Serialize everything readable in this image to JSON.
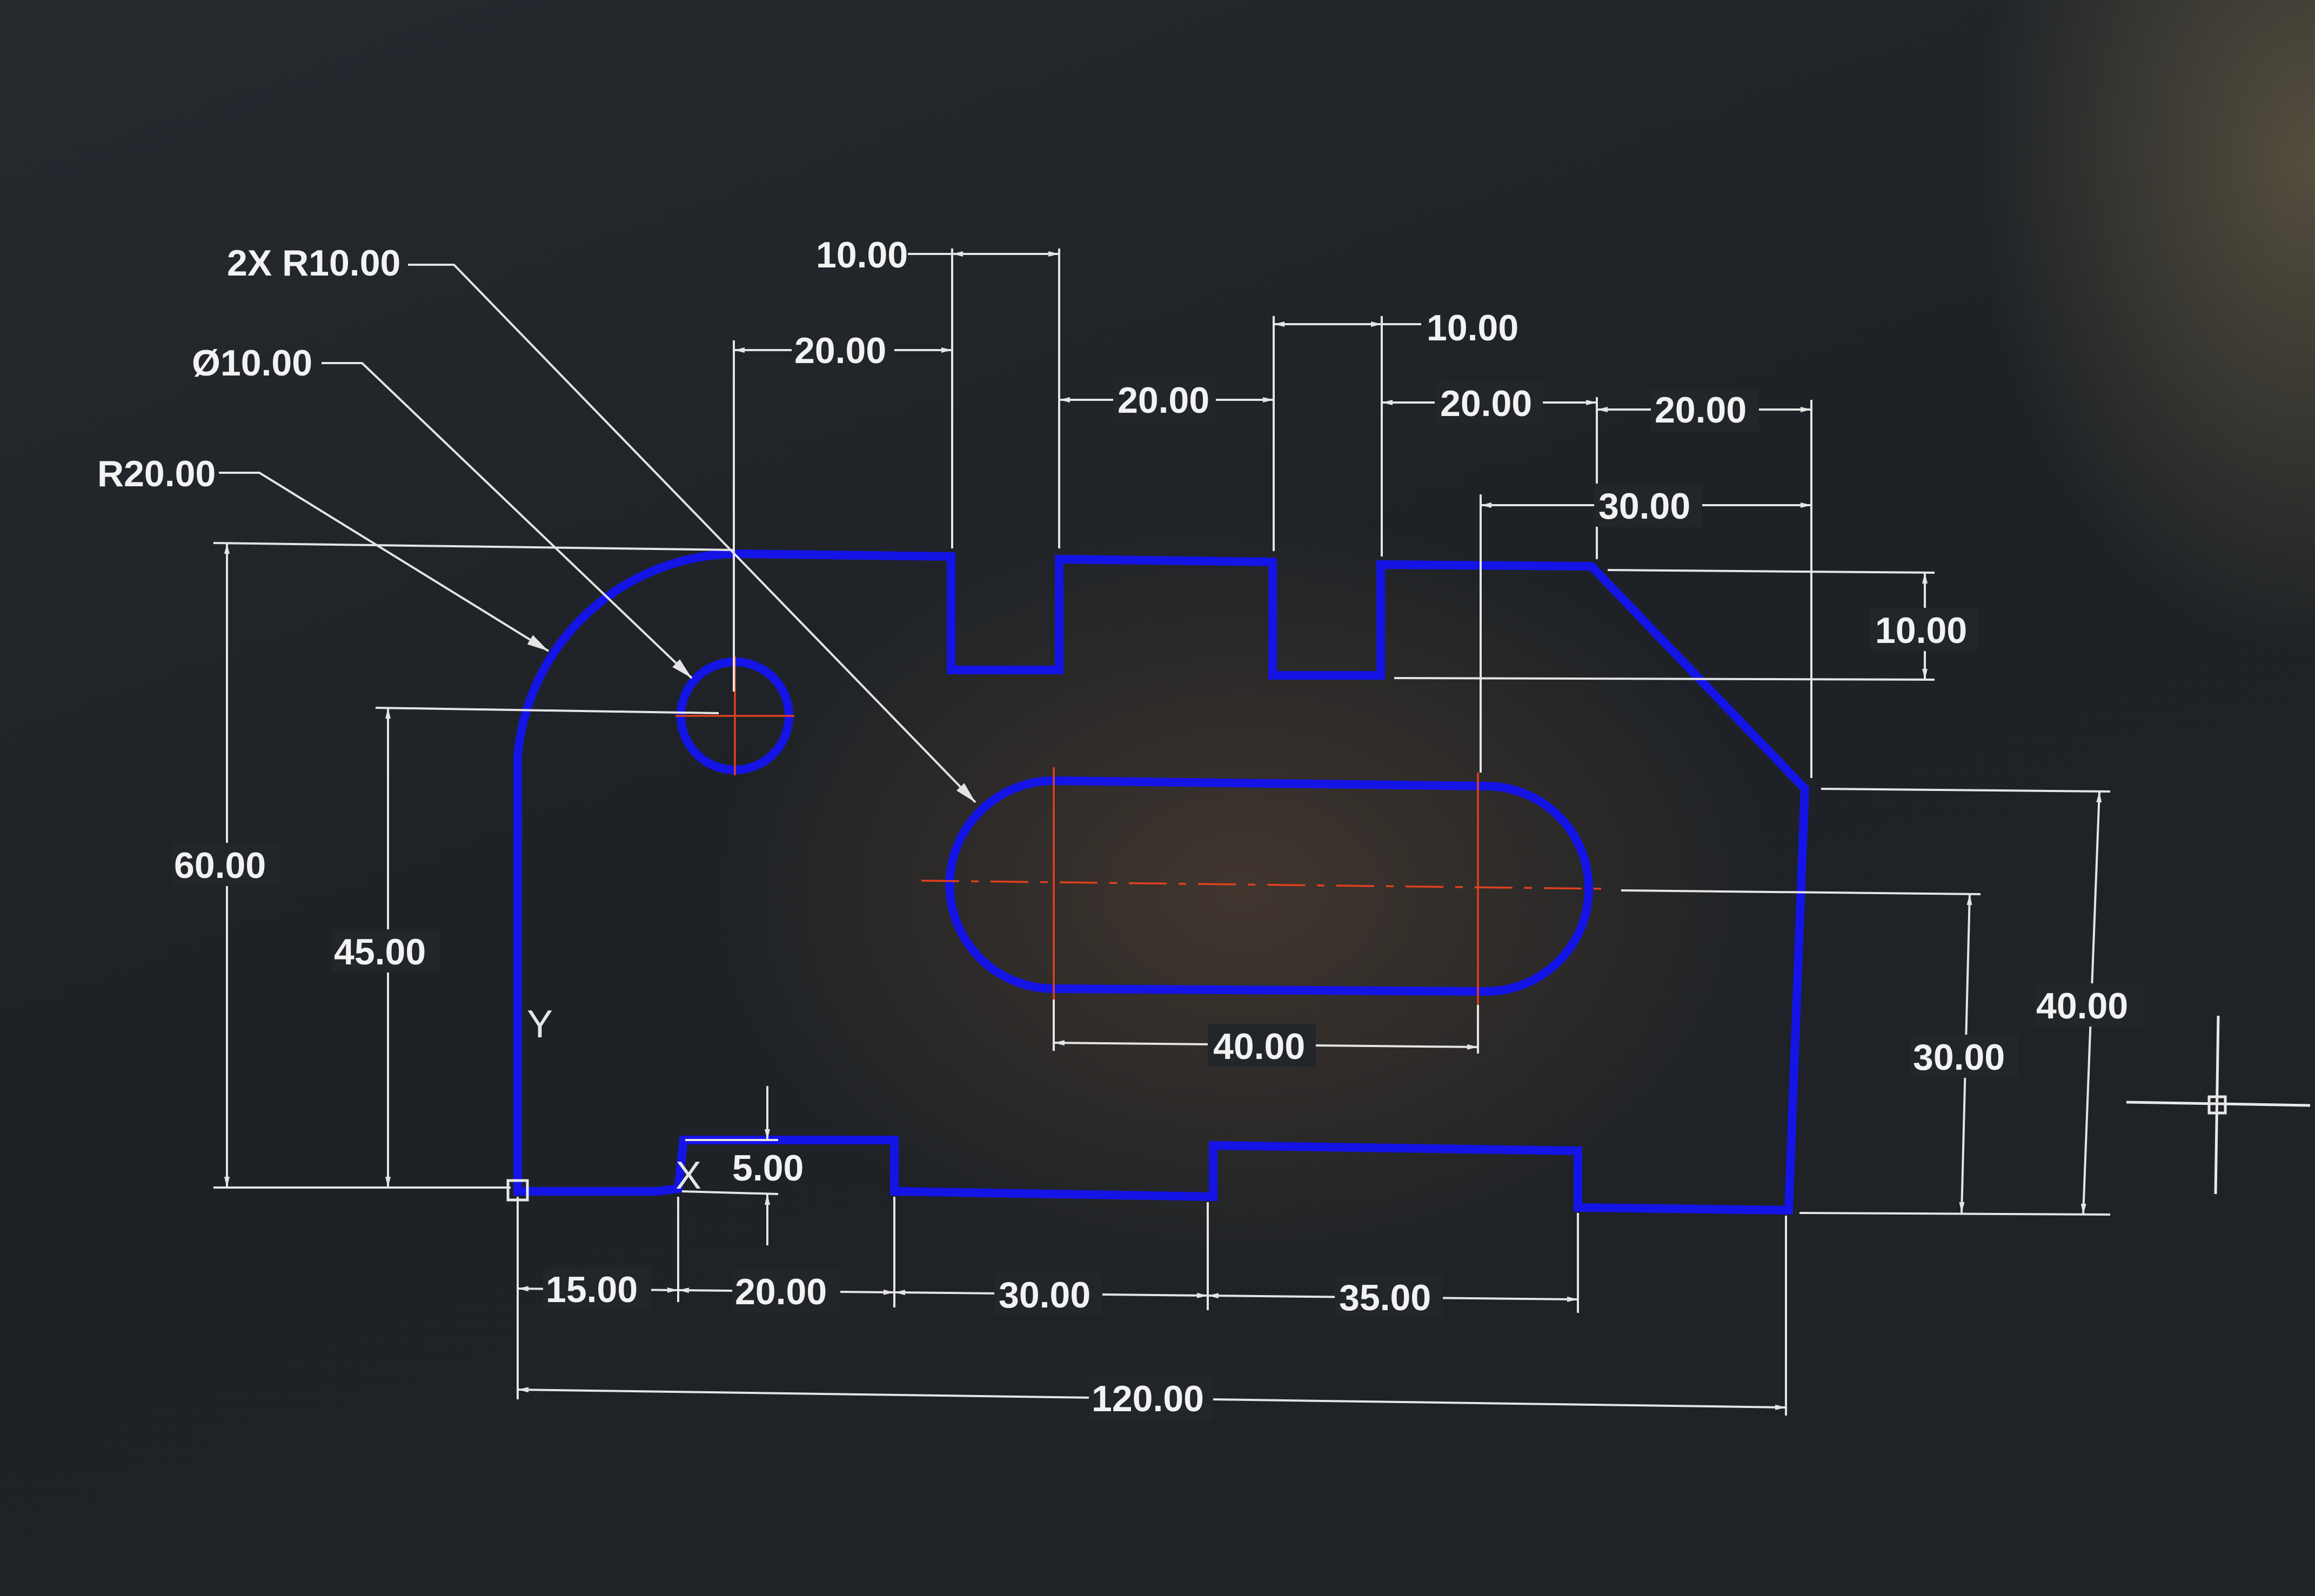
{
  "drawing": {
    "leaders": {
      "fillet_radius": "2X R10.00",
      "hole_diameter": "Ø10.00",
      "corner_radius": "R20.00"
    },
    "top": {
      "slot1_width": "10.00",
      "hole_offset": "20.00",
      "slot_gap": "20.00",
      "slot2_width": "10.00",
      "slot2_to_step": "20.00",
      "step_width": "20.00",
      "slot_center_offset": "30.00",
      "slot_depth": "10.00"
    },
    "left": {
      "overall_height": "60.00",
      "hole_height": "45.00"
    },
    "right": {
      "chamfer_height": "40.00",
      "slot_height": "30.00"
    },
    "center": {
      "slot_length": "40.00"
    },
    "bottom": {
      "notch_depth": "5.00",
      "seg1": "15.00",
      "seg2": "20.00",
      "seg3": "30.00",
      "seg4": "35.00",
      "overall_width": "120.00"
    },
    "ucs": {
      "x_label": "X",
      "y_label": "Y"
    }
  }
}
